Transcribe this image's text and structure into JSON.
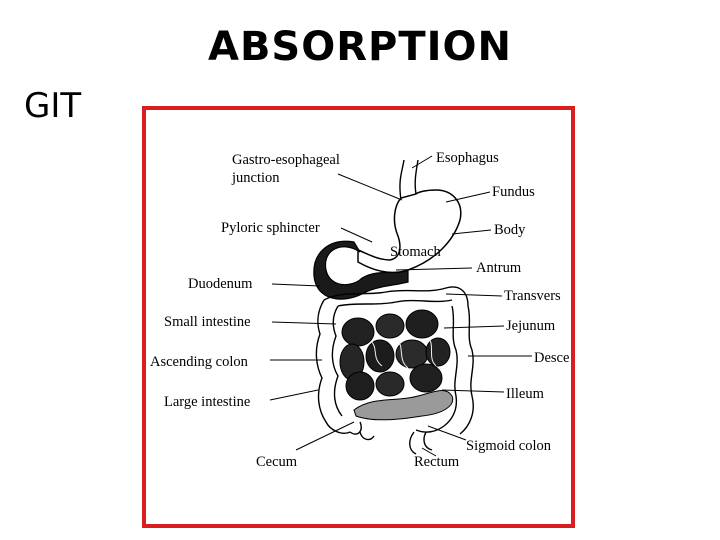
{
  "slide": {
    "title": "ABSORPTION",
    "side_label": "GIT"
  },
  "figure": {
    "frame_color": "#d81e1e",
    "labels": {
      "gastro_esophageal_line1": "Gastro-esophageal",
      "gastro_esophageal_line2": "junction",
      "esophagus": "Esophagus",
      "fundus": "Fundus",
      "pyloric_sphincter": "Pyloric sphincter",
      "body": "Body",
      "stomach": "Stomach",
      "antrum": "Antrum",
      "duodenum": "Duodenum",
      "transverse": "Transvers",
      "small_intestine": "Small intestine",
      "jejunum": "Jejunum",
      "ascending_colon": "Ascending colon",
      "descending": "Desce",
      "large_intestine": "Large intestine",
      "ileum": "Illeum",
      "cecum": "Cecum",
      "rectum": "Rectum",
      "sigmoid_colon": "Sigmoid colon"
    }
  }
}
